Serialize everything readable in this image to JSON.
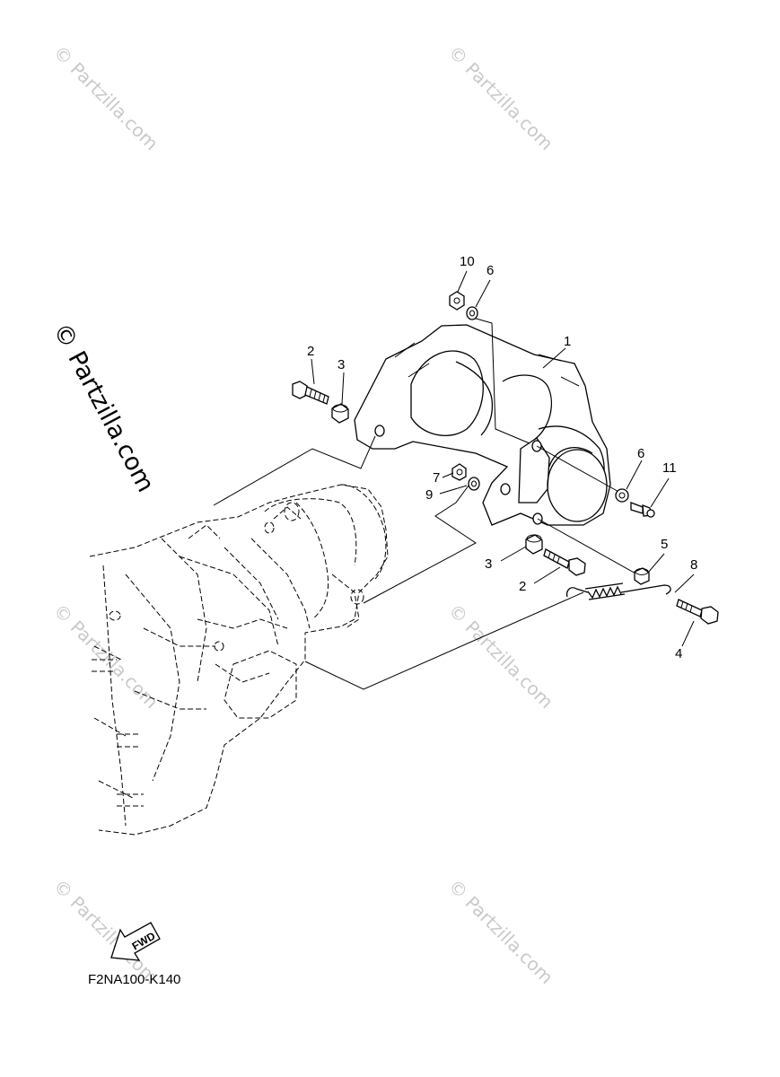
{
  "watermark": {
    "text": "© Partzilla.com"
  },
  "diagram_code": "F2NA100-K140",
  "fwd_arrow_label": "FWD",
  "callouts": [
    "10",
    "6",
    "1",
    "2",
    "3",
    "6",
    "11",
    "7",
    "9",
    "5",
    "3",
    "8",
    "2",
    "4"
  ]
}
